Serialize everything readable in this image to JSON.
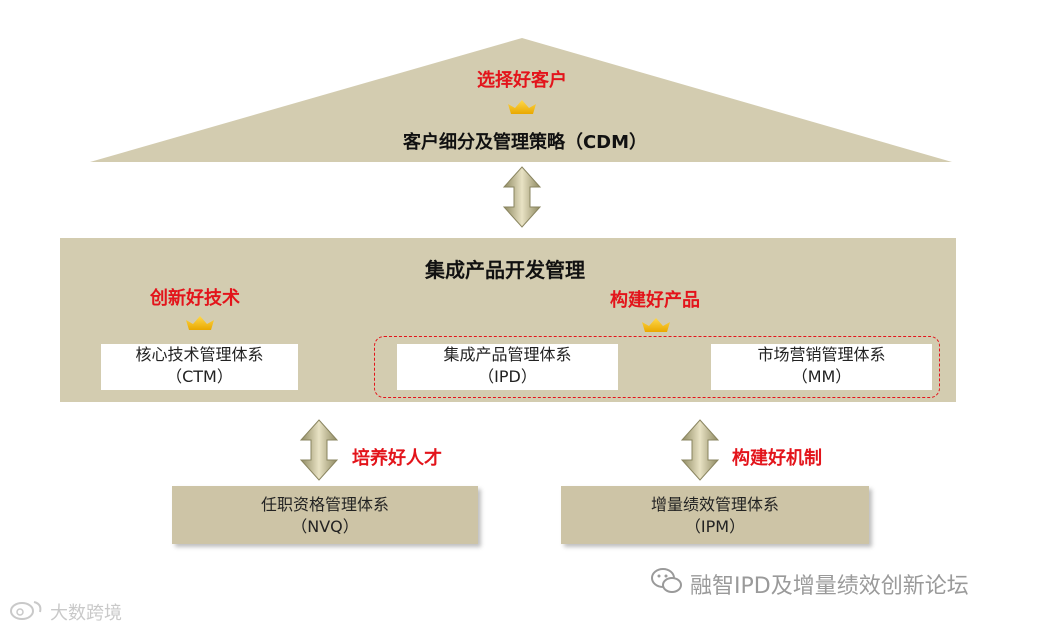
{
  "roof": {
    "goal": "选择好客户",
    "title": "客户细分及管理策略（CDM）"
  },
  "ipd": {
    "title": "集成产品开发管理",
    "left_goal": "创新好技术",
    "right_goal": "构建好产品",
    "boxes": [
      {
        "line1": "核心技术管理体系",
        "line2": "（CTM）"
      },
      {
        "line1": "集成产品管理体系",
        "line2": "（IPD）"
      },
      {
        "line1": "市场营销管理体系",
        "line2": "（MM）"
      }
    ]
  },
  "bottom": {
    "left_goal": "培养好人才",
    "right_goal": "构建好机制",
    "left_box": {
      "line1": "任职资格管理体系",
      "line2": "（NVQ）"
    },
    "right_box": {
      "line1": "增量绩效管理体系",
      "line2": "（IPM）"
    }
  },
  "watermark": {
    "right": "融智IPD及增量绩效创新论坛",
    "left": "大数跨境"
  },
  "colors": {
    "roof": "#d3ccb0",
    "panel": "#d3ccb0",
    "bottom_box": "#cdc4a6",
    "accent_red": "#e3141b",
    "pointer_gold": "#f0b400",
    "arrow": "#b9b184"
  }
}
